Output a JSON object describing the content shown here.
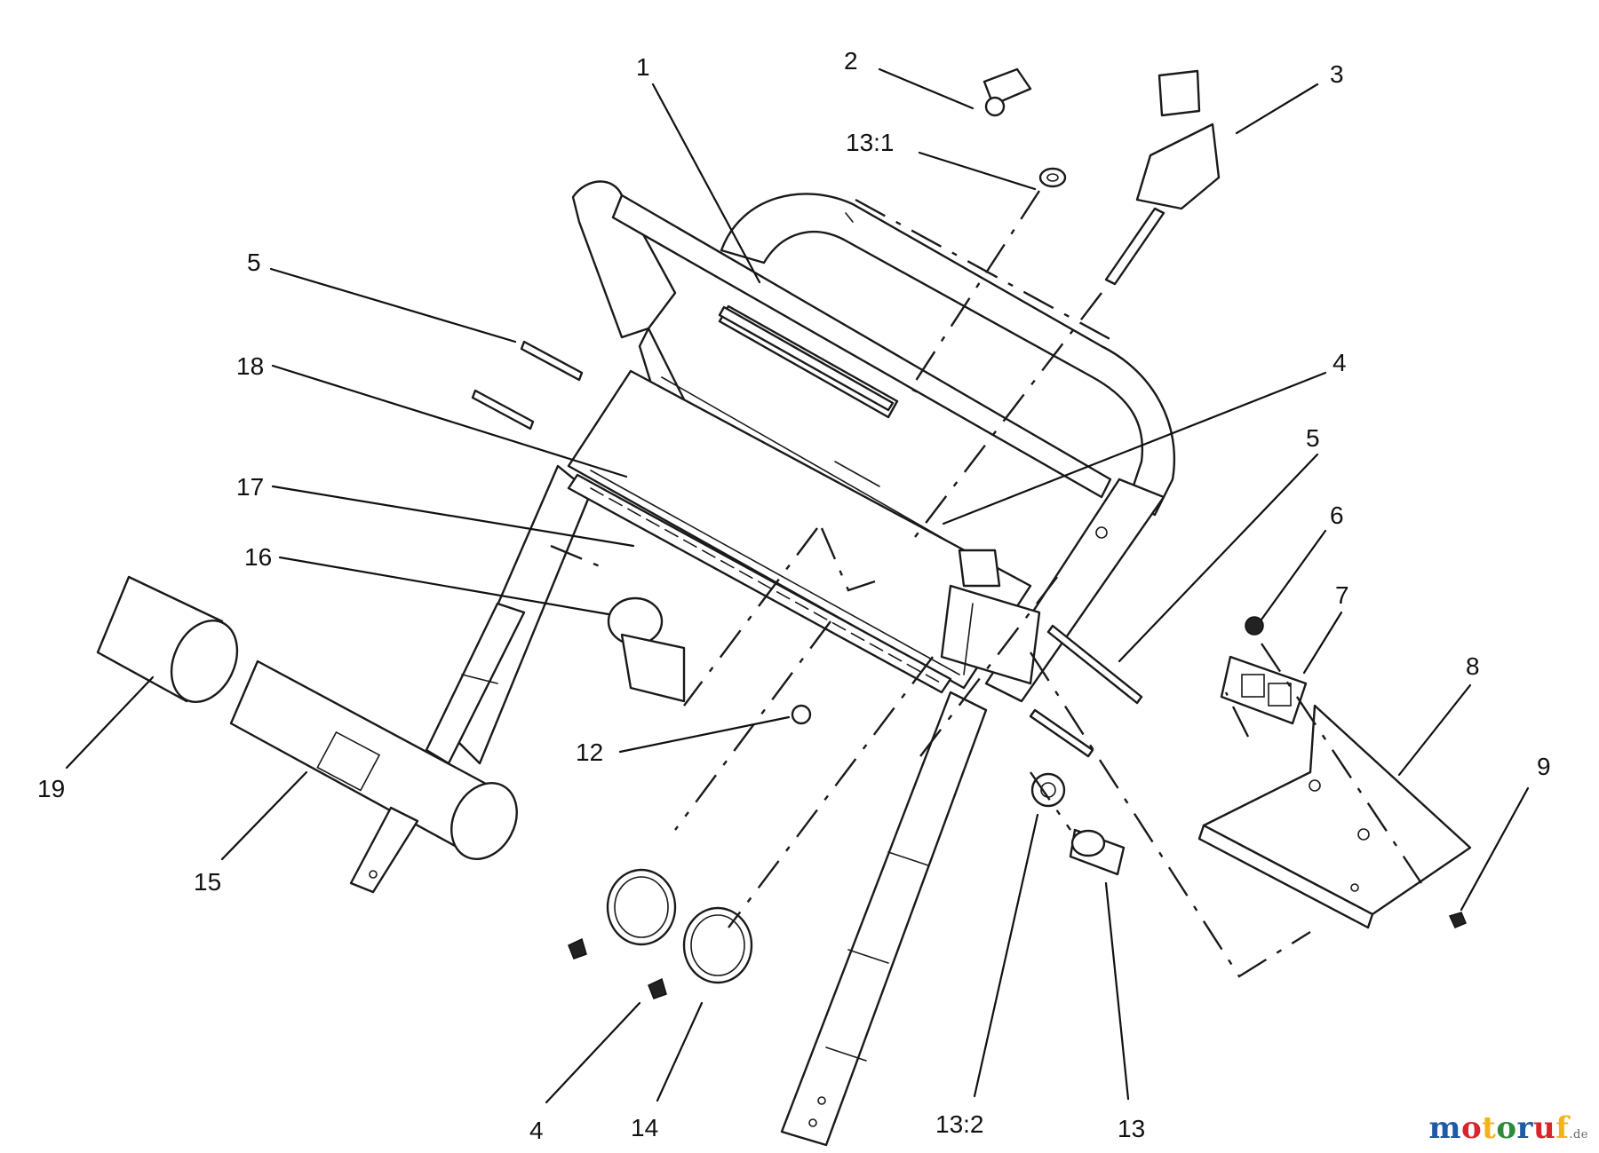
{
  "callouts": [
    {
      "id": "c1",
      "label": "1"
    },
    {
      "id": "c2",
      "label": "2"
    },
    {
      "id": "c3",
      "label": "3"
    },
    {
      "id": "c13-1",
      "label": "13:1"
    },
    {
      "id": "c5a",
      "label": "5"
    },
    {
      "id": "c18",
      "label": "18"
    },
    {
      "id": "c4a",
      "label": "4"
    },
    {
      "id": "c5b",
      "label": "5"
    },
    {
      "id": "c17",
      "label": "17"
    },
    {
      "id": "c16",
      "label": "16"
    },
    {
      "id": "c6",
      "label": "6"
    },
    {
      "id": "c7",
      "label": "7"
    },
    {
      "id": "c8",
      "label": "8"
    },
    {
      "id": "c12",
      "label": "12"
    },
    {
      "id": "c9",
      "label": "9"
    },
    {
      "id": "c19",
      "label": "19"
    },
    {
      "id": "c15",
      "label": "15"
    },
    {
      "id": "c4b",
      "label": "4"
    },
    {
      "id": "c14",
      "label": "14"
    },
    {
      "id": "c13-2",
      "label": "13:2"
    },
    {
      "id": "c13",
      "label": "13"
    }
  ],
  "watermark": {
    "letters": [
      "m",
      "o",
      "t",
      "o",
      "r",
      "u",
      "f"
    ],
    "colors": [
      "#1f5aa6",
      "#d7262b",
      "#f2b21b",
      "#2e8b3c",
      "#1f5aa6",
      "#d7262b",
      "#f2b21b"
    ],
    "suffix": ".de"
  }
}
